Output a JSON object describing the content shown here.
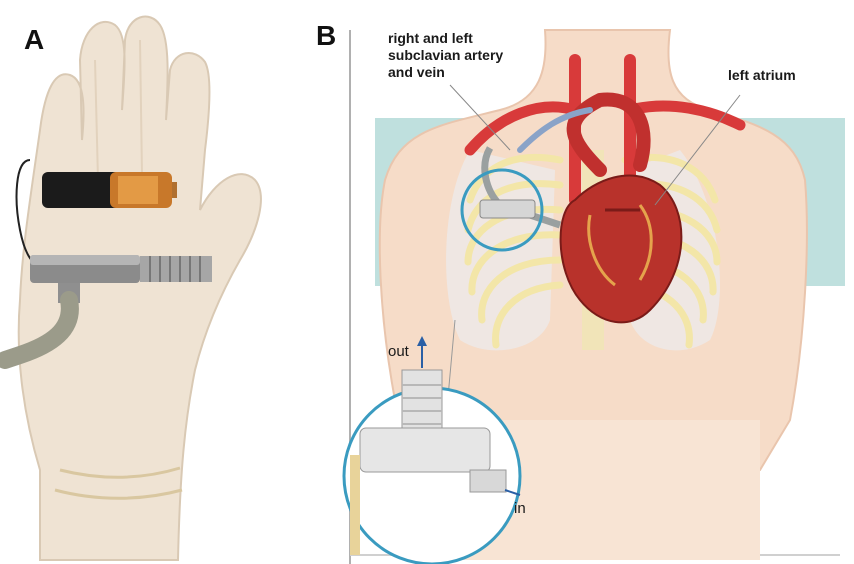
{
  "panels": {
    "a": {
      "label": "A"
    },
    "b": {
      "label": "B",
      "annotations": {
        "subclavian": [
          "right and left",
          "subclavian artery",
          "and vein"
        ],
        "atrium": "left atrium",
        "outlet": "out",
        "inlet": "in"
      }
    }
  },
  "colors": {
    "glove": "#efe3d3",
    "skin": "#f6dcc8",
    "artery": "#d83a3a",
    "heart": "#b8322b",
    "teal_band": "#bfe0de",
    "highlight_circle": "#3a9bc0",
    "rib": "#f3e6a8"
  }
}
